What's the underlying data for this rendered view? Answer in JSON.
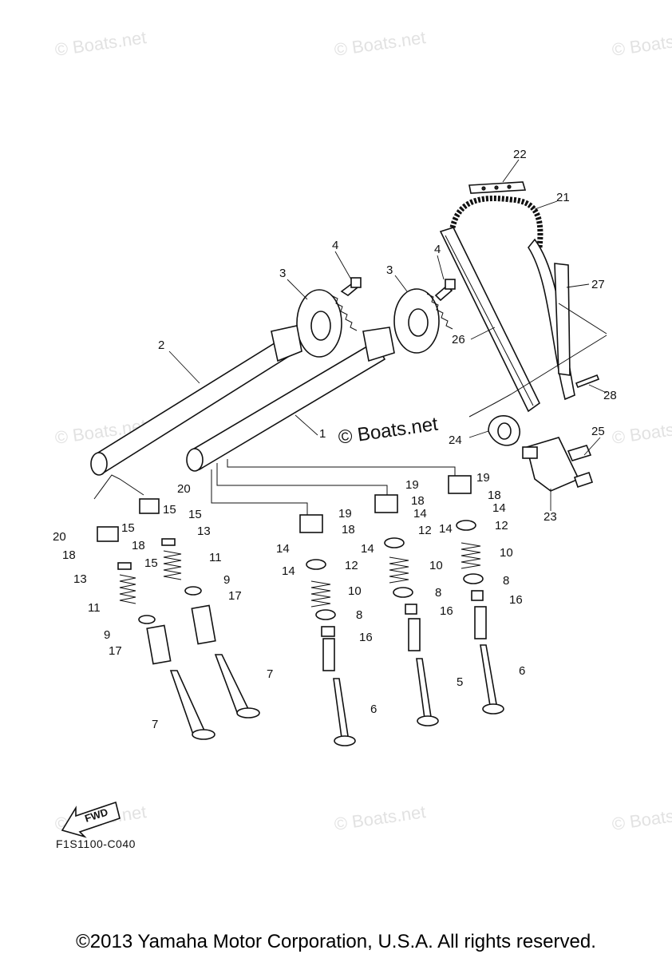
{
  "watermark_text": "© Boats.net",
  "center_watermark": "© Boats.net",
  "fwd_label": "FWD",
  "diagram_code": "F1S1100-C040",
  "copyright": "©2013 Yamaha Motor Corporation, U.S.A. All rights reserved.",
  "callouts": [
    {
      "id": "c22",
      "text": "22"
    },
    {
      "id": "c21",
      "text": "21"
    },
    {
      "id": "c27",
      "text": "27"
    },
    {
      "id": "c26",
      "text": "26"
    },
    {
      "id": "c28",
      "text": "28"
    },
    {
      "id": "c25",
      "text": "25"
    },
    {
      "id": "c24",
      "text": "24"
    },
    {
      "id": "c23",
      "text": "23"
    },
    {
      "id": "c4a",
      "text": "4"
    },
    {
      "id": "c4b",
      "text": "4"
    },
    {
      "id": "c3a",
      "text": "3"
    },
    {
      "id": "c3b",
      "text": "3"
    },
    {
      "id": "c2",
      "text": "2"
    },
    {
      "id": "c1",
      "text": "1"
    },
    {
      "id": "c20a",
      "text": "20"
    },
    {
      "id": "c20b",
      "text": "20"
    },
    {
      "id": "c15a",
      "text": "15"
    },
    {
      "id": "c15b",
      "text": "15"
    },
    {
      "id": "c15c",
      "text": "15"
    },
    {
      "id": "c15d",
      "text": "15"
    },
    {
      "id": "c18a",
      "text": "18"
    },
    {
      "id": "c18b",
      "text": "18"
    },
    {
      "id": "c18c",
      "text": "18"
    },
    {
      "id": "c18d",
      "text": "18"
    },
    {
      "id": "c18e",
      "text": "18"
    },
    {
      "id": "c13a",
      "text": "13"
    },
    {
      "id": "c13b",
      "text": "13"
    },
    {
      "id": "c11a",
      "text": "11"
    },
    {
      "id": "c11b",
      "text": "11"
    },
    {
      "id": "c9a",
      "text": "9"
    },
    {
      "id": "c9b",
      "text": "9"
    },
    {
      "id": "c17a",
      "text": "17"
    },
    {
      "id": "c17b",
      "text": "17"
    },
    {
      "id": "c7a",
      "text": "7"
    },
    {
      "id": "c7b",
      "text": "7"
    },
    {
      "id": "c19a",
      "text": "19"
    },
    {
      "id": "c19b",
      "text": "19"
    },
    {
      "id": "c19c",
      "text": "19"
    },
    {
      "id": "c14a",
      "text": "14"
    },
    {
      "id": "c14b",
      "text": "14"
    },
    {
      "id": "c14c",
      "text": "14"
    },
    {
      "id": "c14d",
      "text": "14"
    },
    {
      "id": "c14e",
      "text": "14"
    },
    {
      "id": "c14f",
      "text": "14"
    },
    {
      "id": "c12a",
      "text": "12"
    },
    {
      "id": "c12b",
      "text": "12"
    },
    {
      "id": "c12c",
      "text": "12"
    },
    {
      "id": "c10a",
      "text": "10"
    },
    {
      "id": "c10b",
      "text": "10"
    },
    {
      "id": "c10c",
      "text": "10"
    },
    {
      "id": "c8a",
      "text": "8"
    },
    {
      "id": "c8b",
      "text": "8"
    },
    {
      "id": "c8c",
      "text": "8"
    },
    {
      "id": "c16a",
      "text": "16"
    },
    {
      "id": "c16b",
      "text": "16"
    },
    {
      "id": "c16c",
      "text": "16"
    },
    {
      "id": "c6a",
      "text": "6"
    },
    {
      "id": "c6b",
      "text": "6"
    },
    {
      "id": "c5",
      "text": "5"
    }
  ]
}
